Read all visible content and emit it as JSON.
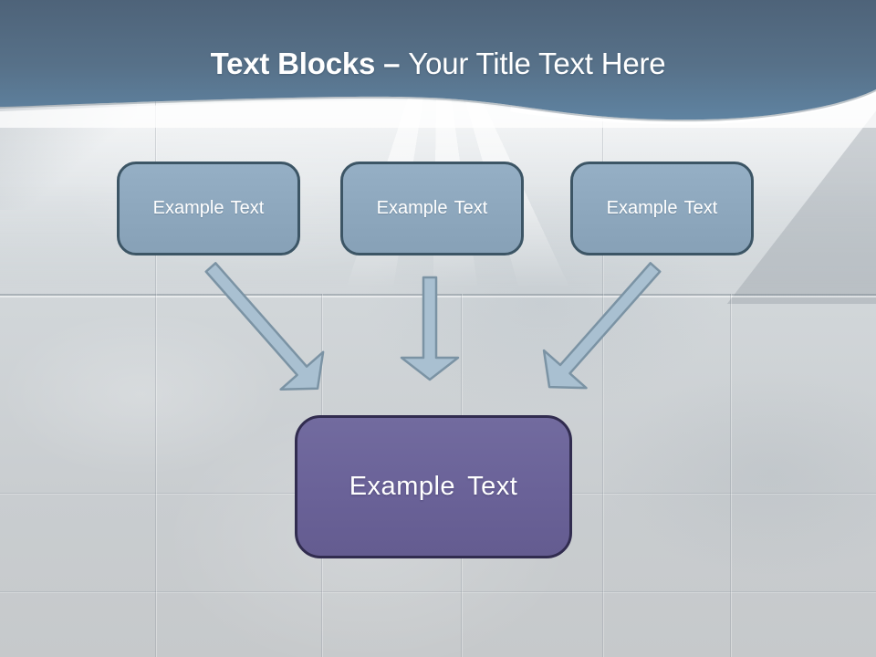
{
  "header": {
    "title_bold": "Text Blocks –",
    "title_regular": "Your Title Text Here"
  },
  "blocks": {
    "top": [
      {
        "label": "Example Text"
      },
      {
        "label": "Example Text"
      },
      {
        "label": "Example Text"
      }
    ],
    "center": {
      "label": "Example Text"
    }
  },
  "icons": {
    "arrows": [
      "arrow-down-right",
      "arrow-down",
      "arrow-down-left"
    ]
  },
  "colors": {
    "header_gradient_top": "#50677d",
    "header_gradient_bottom": "#5f83a1",
    "title_text": "#ffffff",
    "top_block_fill": "#8da7bd",
    "top_block_border": "#3c5565",
    "center_block_fill": "#6a6298",
    "center_block_border": "#312c4f",
    "arrow_fill": "#a9c0d1",
    "arrow_stroke": "#7b93a4",
    "background_concrete": "#cdd1d4"
  }
}
